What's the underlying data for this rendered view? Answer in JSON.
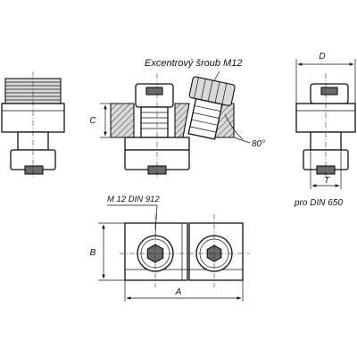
{
  "labels": {
    "screw_note": "Excentrový šroub M12",
    "dim_d": "D",
    "dim_c": "C",
    "angle": "80°",
    "dim_t": "T",
    "standard": "pro DIN 650",
    "screw_spec": "M 12 DIN 912",
    "dim_b": "B",
    "dim_a": "A"
  }
}
